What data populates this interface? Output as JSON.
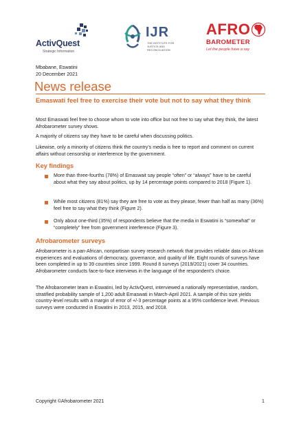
{
  "logos": {
    "activquest": {
      "name": "ActivQuest",
      "tagline": "Strategic Information"
    },
    "ijr": {
      "name": "IJR",
      "tagline": "THE INSTITUTE FOR JUSTICE AND RECONCILIATION"
    },
    "afrobarometer": {
      "name_top": "AFRO",
      "name_bottom": "BAROMETER",
      "tagline": "Let the people have a say"
    }
  },
  "dateline": {
    "place": "Mbabane, Eswatini",
    "date": "20 December 2021"
  },
  "title": "News release",
  "headline": "Emaswati feel free to exercise their vote but not to say what they think",
  "intro": [
    "Most Emaswati feel free to choose whom to vote into office but not free to say what they think, the latest Afrobarometer survey shows.",
    "A majority of citizens say they have to be careful when discussing politics.",
    "Likewise, only a minority of citizens think the country’s media is free to report and comment on current affairs without censorship or interference by the government."
  ],
  "key_findings": {
    "heading": "Key findings",
    "items": [
      "More than three-fourths (78%) of Emaswait say people “often” or “always” have to be careful about what they say about politics, up by 14 percentage points compared to 2018 (Figure 1).",
      "While most citizens (81%) say they are free to vote as they please, fewer than half as many (36%) feel free to say what they think (Figure 2).",
      "Only about one-third (35%) of respondents believe that the media in Eswatini is “somewhat” or “completely” free from government interference (Figure 3)."
    ]
  },
  "surveys": {
    "heading": "Afrobarometer surveys",
    "paragraphs": [
      "Afrobarometer is a pan-African, nonpartisan survey research network that provides reliable data on African experiences and evaluations of democracy, governance, and quality of life. Eight rounds of surveys have been completed in up to 39 countries since 1999. Round 8 surveys (2019/2021) cover 34 countries. Afrobarometer conducts face-to-face interviews in the language of the respondent’s choice.",
      "The Afrobarometer team in Eswatini, led by ActivQuest, interviewed a nationally representative, random, stratified probability sample of 1,200 adult Emaswati in March-April 2021. A sample of this size yields country-level results with a margin of error of +/-3 percentage points at a 95% confidence level. Previous surveys were conducted in Eswatini in 2013, 2015, and 2018."
    ]
  },
  "footer": {
    "copyright": "Copyright ©Afrobarometer 2021",
    "page": "1"
  },
  "colors": {
    "accent": "#d96a2b",
    "brand_red": "#d8262d",
    "activquest_blue": "#2b3a67",
    "ijr_blue": "#3a5a8c"
  }
}
